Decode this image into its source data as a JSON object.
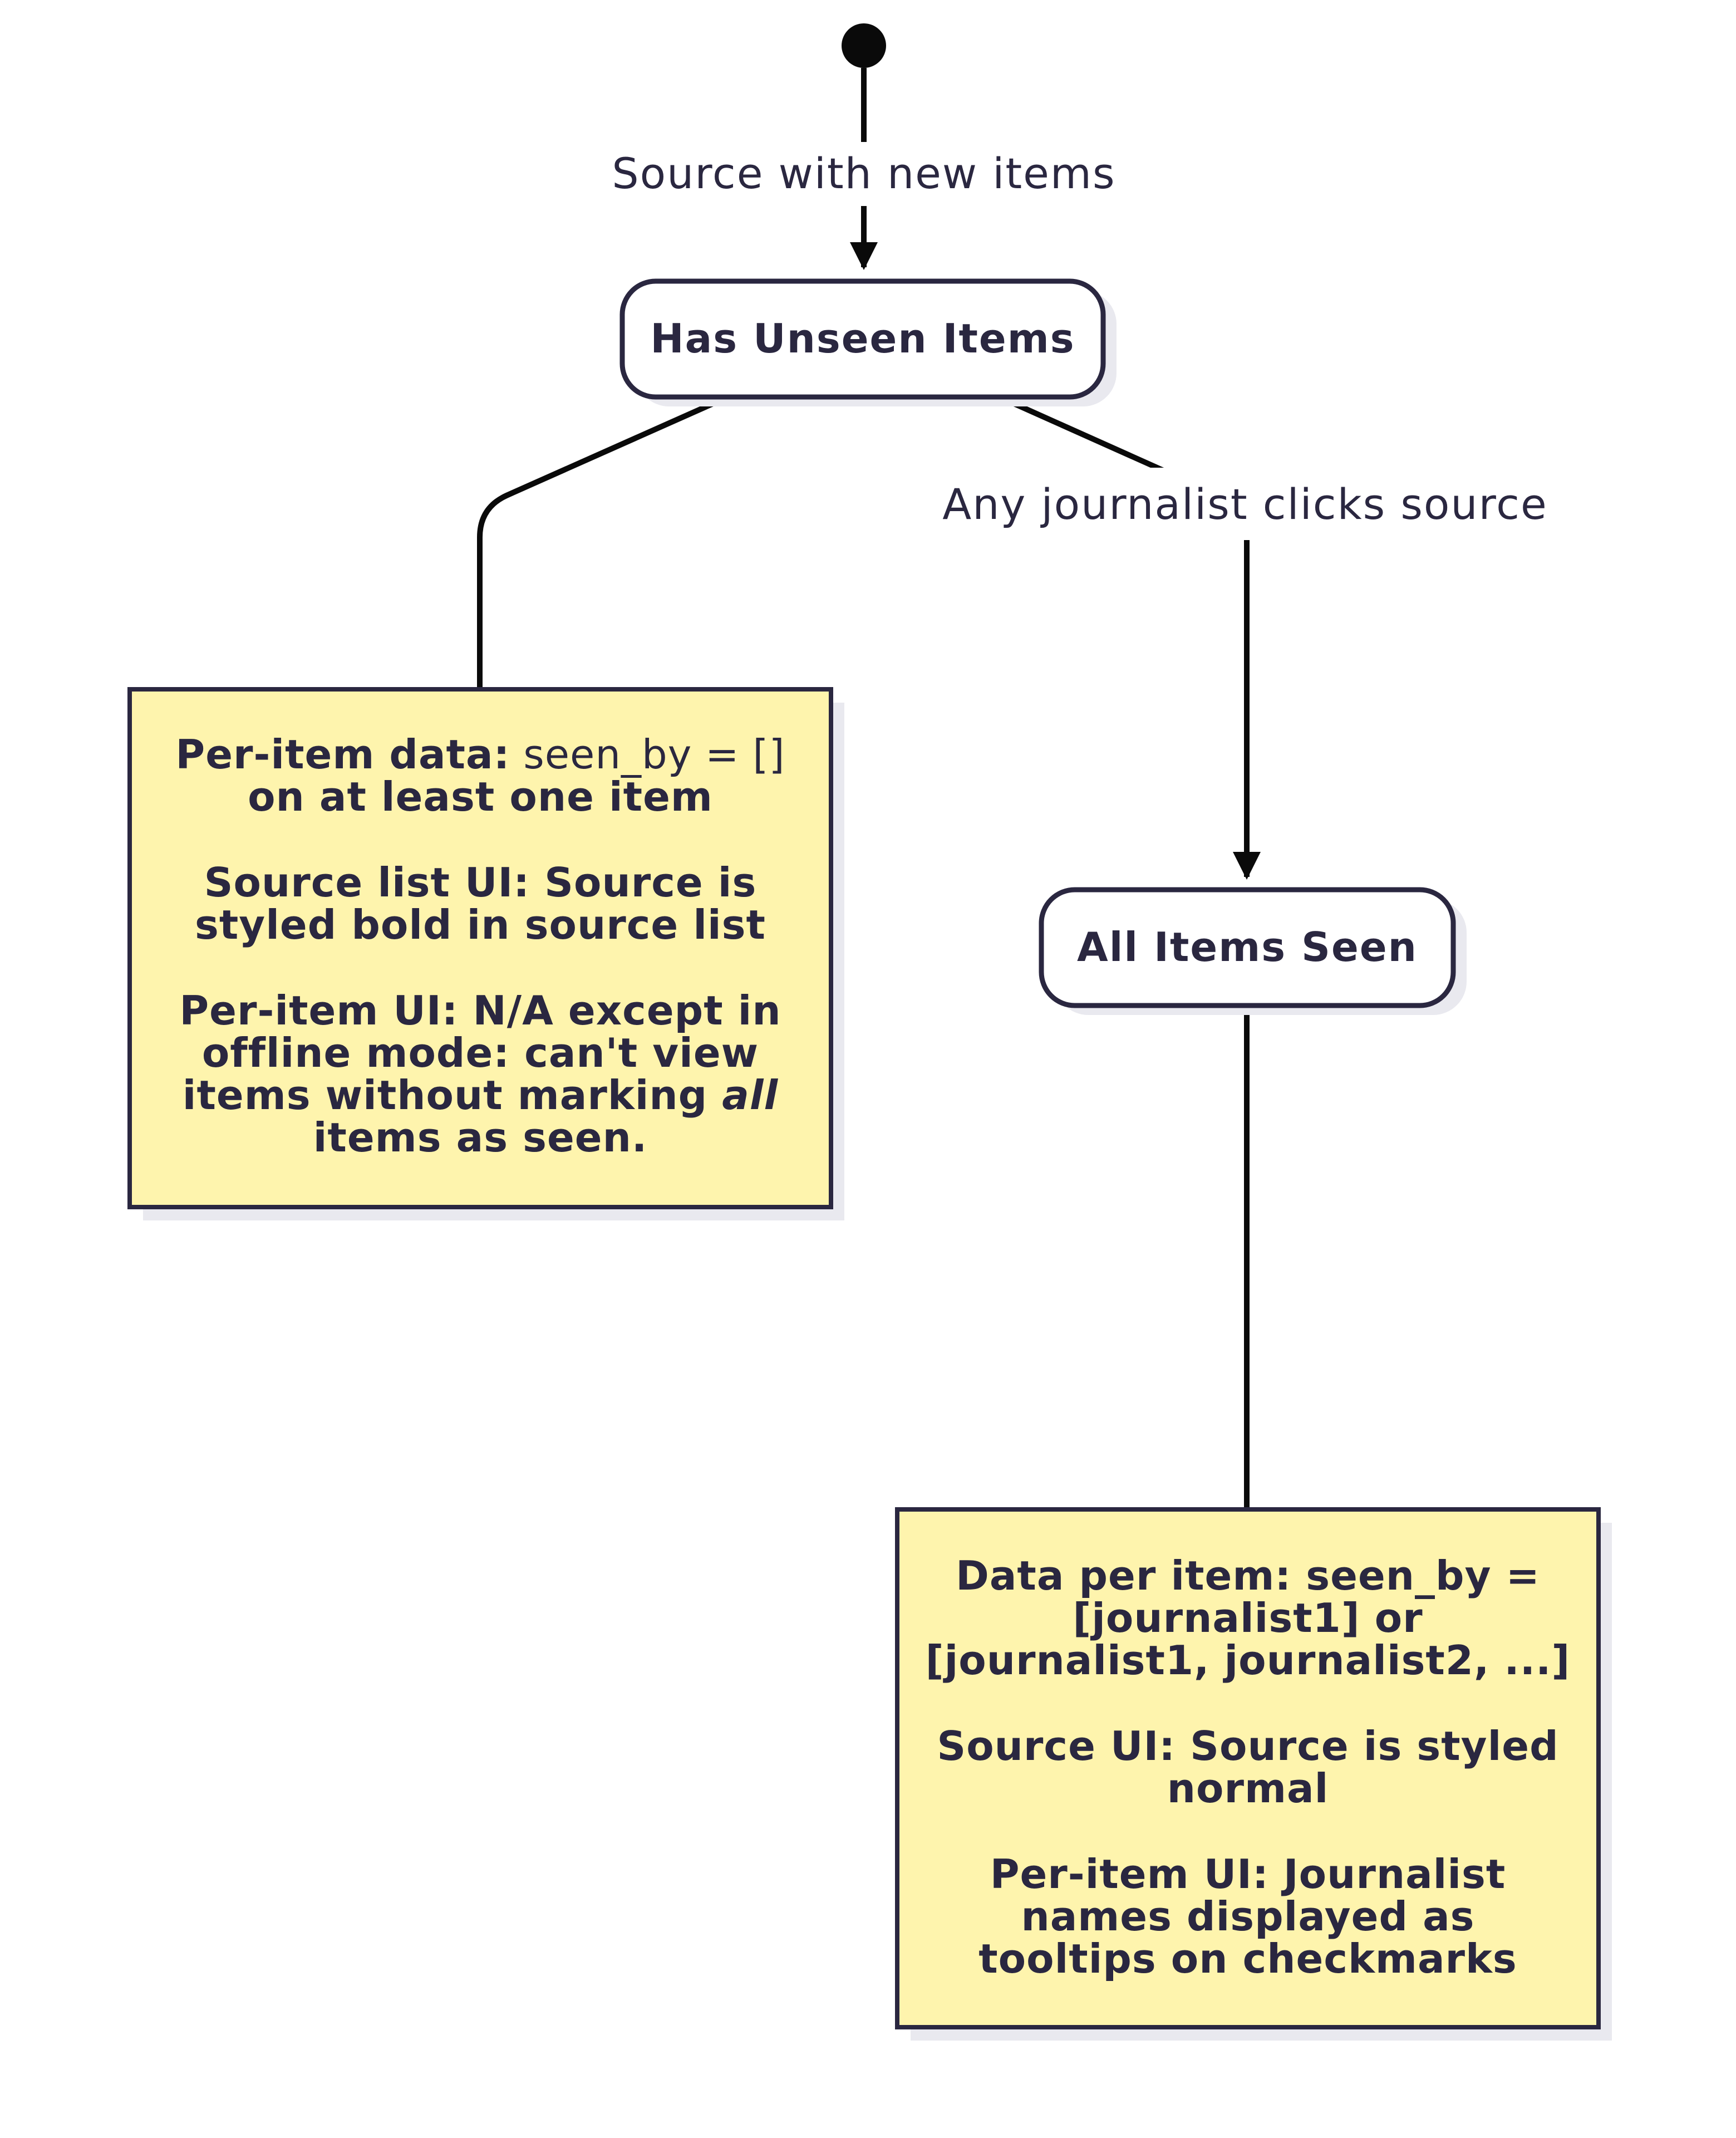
{
  "colors": {
    "stroke": "#2a2740",
    "line": "#0a0a0a",
    "state_fill": "#ffffff",
    "note_fill": "#fef4ad",
    "shadow": "#e9e9ef"
  },
  "edges": {
    "start_label": "Source with new items",
    "click_label": "Any journalist clicks source"
  },
  "states": {
    "unseen": "Has Unseen Items",
    "seen": "All Items Seen"
  },
  "notes": {
    "unseen": {
      "l1_bold": "Per-item data:",
      "l1_rest": " seen_by = []",
      "l2": "on at least one item",
      "l3_bold": "Source list UI:",
      "l3_rest": " Source is",
      "l4": "styled bold in source list",
      "l5_bold": "Per-item UI:",
      "l5_rest": " N/A except in",
      "l6": "offline mode: can't view",
      "l7_pre": "items without marking ",
      "l7_em": "all",
      "l8": "items as seen."
    },
    "seen": {
      "l1_bold": "Data per item:",
      "l1_rest": " seen_by =",
      "l2": "[journalist1] or",
      "l3": "[journalist1, journalist2, ...]",
      "l4_bold": "Source UI:",
      "l4_rest": " Source is styled",
      "l5": "normal",
      "l6_bold": "Per-item UI:",
      "l6_rest": " Journalist",
      "l7": "names displayed as",
      "l8": "tooltips on checkmarks"
    }
  }
}
